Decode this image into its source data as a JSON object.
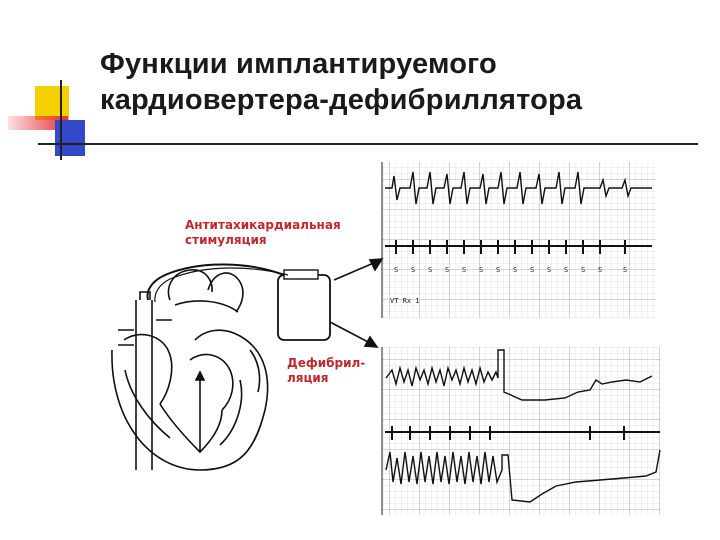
{
  "slide": {
    "title_line1": "Функции имплантируемого",
    "title_line2": "кардиовертера-дефибриллятора",
    "label_atp_line1": "Антитахикардиальная",
    "label_atp_line2": "стимуляция",
    "label_defib_line1": "Дефибрил-",
    "label_defib_line2": "ляция"
  },
  "ecg_annotations": {
    "strip1_note": "VT  Rx 1"
  },
  "colors": {
    "title": "#1a1a1a",
    "label": "#c0282d",
    "accent_yellow": "#f5d000",
    "accent_red": "#e8333a",
    "accent_blue": "#3347c9"
  },
  "icons": [
    "heart-diagram-icon",
    "icd-device-icon",
    "arrow-right-icon"
  ]
}
